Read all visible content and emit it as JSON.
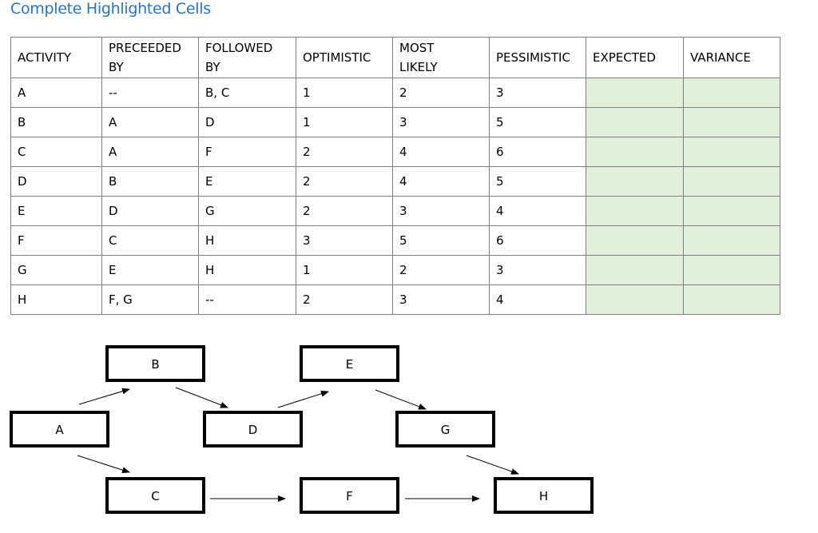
{
  "title": "Complete Highlighted Cells",
  "table": {
    "headers": [
      [
        "ACTIVITY"
      ],
      [
        "PRECEEDED",
        "BY"
      ],
      [
        "FOLLOWED",
        "BY"
      ],
      [
        "OPTIMISTIC"
      ],
      [
        "MOST",
        "LIKELY"
      ],
      [
        "PESSIMISTIC"
      ],
      [
        "EXPECTED"
      ],
      [
        "VARIANCE"
      ]
    ],
    "rows": [
      {
        "activity": "A",
        "preceded_by": "--",
        "followed_by": "B, C",
        "optimistic": "1",
        "most_likely": "2",
        "pessimistic": "3",
        "expected": "",
        "variance": ""
      },
      {
        "activity": "B",
        "preceded_by": "A",
        "followed_by": "D",
        "optimistic": "1",
        "most_likely": "3",
        "pessimistic": "5",
        "expected": "",
        "variance": ""
      },
      {
        "activity": "C",
        "preceded_by": "A",
        "followed_by": "F",
        "optimistic": "2",
        "most_likely": "4",
        "pessimistic": "6",
        "expected": "",
        "variance": ""
      },
      {
        "activity": "D",
        "preceded_by": "B",
        "followed_by": "E",
        "optimistic": "2",
        "most_likely": "4",
        "pessimistic": "5",
        "expected": "",
        "variance": ""
      },
      {
        "activity": "E",
        "preceded_by": "D",
        "followed_by": "G",
        "optimistic": "2",
        "most_likely": "3",
        "pessimistic": "4",
        "expected": "",
        "variance": ""
      },
      {
        "activity": "F",
        "preceded_by": "C",
        "followed_by": "H",
        "optimistic": "3",
        "most_likely": "5",
        "pessimistic": "6",
        "expected": "",
        "variance": ""
      },
      {
        "activity": "G",
        "preceded_by": "E",
        "followed_by": "H",
        "optimistic": "1",
        "most_likely": "2",
        "pessimistic": "3",
        "expected": "",
        "variance": ""
      },
      {
        "activity": "H",
        "preceded_by": "F, G",
        "followed_by": "--",
        "optimistic": "2",
        "most_likely": "3",
        "pessimistic": "4",
        "expected": "",
        "variance": ""
      }
    ],
    "highlight_color": "#e2efda",
    "border_color": "#7f7f7f"
  },
  "network": {
    "nodes": [
      "A",
      "B",
      "C",
      "D",
      "E",
      "F",
      "G",
      "H"
    ],
    "edges": [
      [
        "A",
        "B"
      ],
      [
        "A",
        "C"
      ],
      [
        "B",
        "D"
      ],
      [
        "D",
        "E"
      ],
      [
        "E",
        "G"
      ],
      [
        "C",
        "F"
      ],
      [
        "F",
        "H"
      ],
      [
        "G",
        "H"
      ]
    ]
  },
  "colors": {
    "title": "#2e74b5"
  }
}
